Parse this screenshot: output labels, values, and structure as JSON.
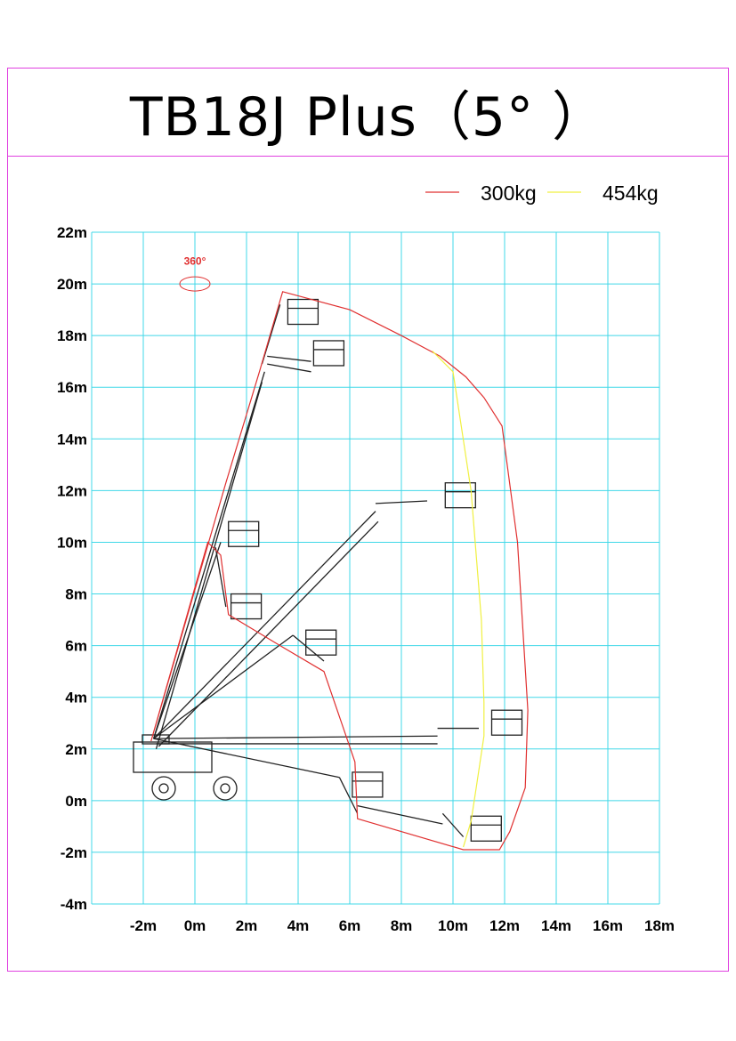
{
  "title": "TB18J Plus（5° ）",
  "chart_data": {
    "type": "line",
    "title": "TB18J Plus（5° ）",
    "xlabel": "",
    "ylabel": "",
    "xlim": [
      -4,
      18
    ],
    "ylim": [
      -4,
      22
    ],
    "grid": true,
    "legend_position": "top-right",
    "x_ticks": [
      "-2m",
      "0m",
      "2m",
      "4m",
      "6m",
      "8m",
      "10m",
      "12m",
      "14m",
      "16m",
      "18m"
    ],
    "y_ticks": [
      "22m",
      "20m",
      "18m",
      "16m",
      "14m",
      "12m",
      "10m",
      "8m",
      "6m",
      "4m",
      "2m",
      "0m",
      "-2m",
      "-4m"
    ],
    "series": [
      {
        "name": "300kg",
        "color": "#e03030",
        "points": [
          [
            -1.7,
            2.3
          ],
          [
            1.2,
            12.3
          ],
          [
            2.5,
            16.6
          ],
          [
            3.4,
            19.7
          ],
          [
            6.0,
            19.0
          ],
          [
            8.0,
            18.0
          ],
          [
            9.5,
            17.2
          ],
          [
            10.5,
            16.4
          ],
          [
            11.2,
            15.6
          ],
          [
            11.9,
            14.5
          ],
          [
            12.5,
            10.0
          ],
          [
            12.9,
            3.5
          ],
          [
            12.8,
            0.5
          ],
          [
            12.2,
            -1.2
          ],
          [
            11.8,
            -1.9
          ],
          [
            10.4,
            -1.9
          ],
          [
            6.3,
            -0.7
          ],
          [
            6.2,
            1.5
          ],
          [
            5.0,
            5.0
          ],
          [
            3.3,
            6.0
          ],
          [
            1.3,
            7.2
          ],
          [
            1.0,
            9.5
          ],
          [
            0.5,
            10.0
          ],
          [
            -1.7,
            2.3
          ]
        ]
      },
      {
        "name": "454kg",
        "color": "#f0f040",
        "points": [
          [
            9.2,
            17.4
          ],
          [
            10.0,
            16.6
          ],
          [
            10.7,
            12.0
          ],
          [
            11.1,
            7.0
          ],
          [
            11.2,
            3.8
          ],
          [
            11.2,
            2.5
          ],
          [
            10.9,
            0.5
          ],
          [
            10.7,
            -0.8
          ],
          [
            10.4,
            -1.8
          ]
        ]
      }
    ],
    "annotations": [
      {
        "text": "360°",
        "x": 0,
        "y": 20.4,
        "color": "#e03030"
      }
    ],
    "grid_color": "#40d8e8",
    "frame_color": "#e040e0"
  }
}
